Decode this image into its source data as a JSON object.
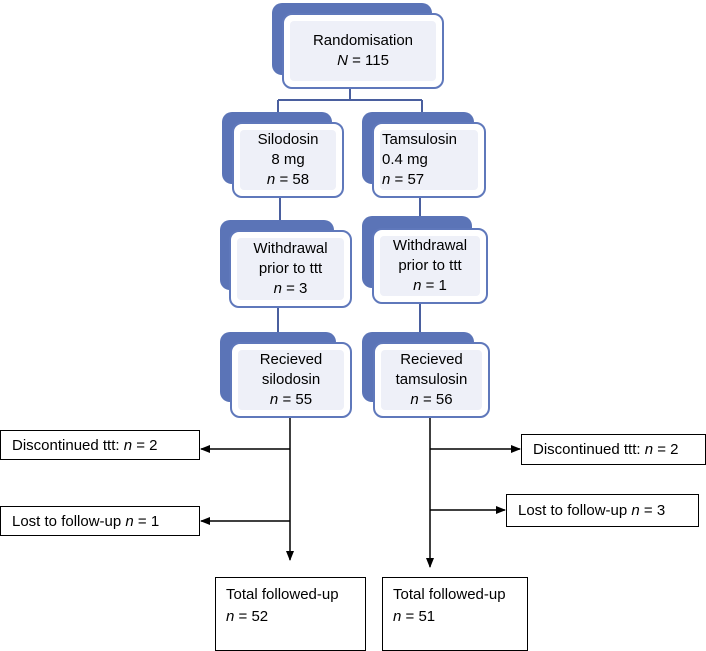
{
  "randomisation": {
    "title": "Randomisation",
    "n_label": "N",
    "n_value": "= 115"
  },
  "arms": {
    "silodosin": {
      "name": "Silodosin",
      "dose": "8 mg",
      "n_label": "n",
      "n_value": "= 58",
      "withdrawal": {
        "line1": "Withdrawal",
        "line2": "prior to ttt",
        "n_label": "n",
        "n_value": "= 3"
      },
      "received": {
        "line1": "Recieved",
        "line2": "silodosin",
        "n_label": "n",
        "n_value": "= 55"
      },
      "discontinued": {
        "text": "Discontinued ttt: ",
        "n_label": "n",
        "n_value": " = 2"
      },
      "lost": {
        "text": "Lost to follow-up ",
        "n_label": "n",
        "n_value": " = 1"
      },
      "total": {
        "text": "Total followed-up",
        "n_label": "n",
        "n_value": "= 52"
      }
    },
    "tamsulosin": {
      "name": "Tamsulosin",
      "dose": "0.4 mg",
      "n_label": "n",
      "n_value": "= 57",
      "withdrawal": {
        "line1": "Withdrawal",
        "line2": "prior to ttt",
        "n_label": "n",
        "n_value": "= 1"
      },
      "received": {
        "line1": "Recieved",
        "line2": "tamsulosin",
        "n_label": "n",
        "n_value": "= 56"
      },
      "discontinued": {
        "text": "Discontinued ttt: ",
        "n_label": "n",
        "n_value": " = 2"
      },
      "lost": {
        "text": "Lost to follow-up ",
        "n_label": "n",
        "n_value": " = 3"
      },
      "total": {
        "text": "Total followed-up",
        "n_label": "n",
        "n_value": "= 51"
      }
    }
  },
  "colors": {
    "box_shadow": "#5b74b7",
    "box_border": "#5f78bb",
    "box_fill": "#eef0f8",
    "connector_blue": "#4a5f9e",
    "arrow": "#000000"
  }
}
